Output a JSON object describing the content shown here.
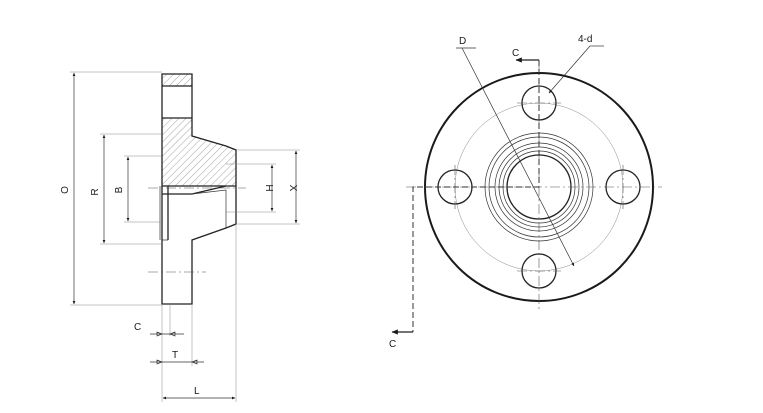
{
  "side_view": {
    "labels": {
      "O": "O",
      "R": "R",
      "B": "B",
      "H": "H",
      "X": "X",
      "C": "C",
      "T": "T",
      "L": "L"
    }
  },
  "front_view": {
    "labels": {
      "D": "D",
      "C_top": "C",
      "holes": "4-d",
      "C_bottom": "C"
    }
  },
  "colors": {
    "line": "#1a1a1a",
    "hatch": "#666666",
    "background": "#ffffff"
  }
}
